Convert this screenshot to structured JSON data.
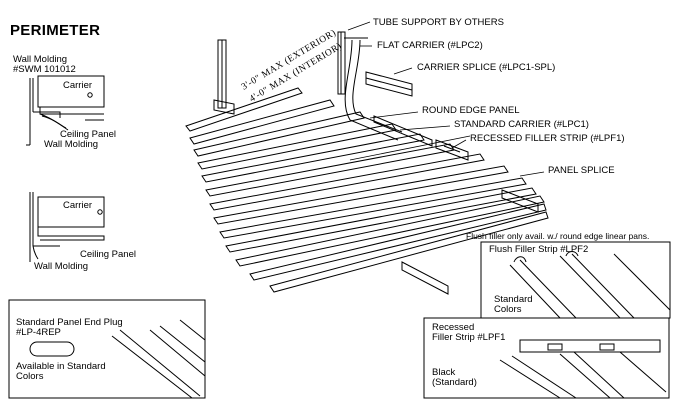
{
  "title": "PERIMETER",
  "detail_top": {
    "molding_label": "Wall Molding",
    "molding_part": "#SWM 101012",
    "carrier_label": "Carrier",
    "panel_label": "Ceiling Panel",
    "molding_label_2": "Wall Molding"
  },
  "detail_bottom": {
    "carrier_label": "Carrier",
    "panel_label": "Ceiling Panel",
    "molding_label": "Wall Molding"
  },
  "dims": {
    "exterior": "3'-0\" MAX (EXTERIOR)",
    "interior": "4'-0\" MAX (INTERIOR)"
  },
  "callouts": {
    "tube_support": "TUBE SUPPORT BY OTHERS",
    "flat_carrier": "FLAT CARRIER (#LPC2)",
    "carrier_splice": "CARRIER SPLICE (#LPC1-SPL)",
    "round_edge": "ROUND EDGE PANEL",
    "standard_carrier": "STANDARD CARRIER (#LPC1)",
    "recessed_filler": "RECESSED FILLER STRIP (#LPF1)",
    "panel_splice": "PANEL SPLICE"
  },
  "flush_note": "Flush filler only avail. w./ round edge linear pans.",
  "flush_box": {
    "title": "Flush Filler Strip #LPF2",
    "colors_1": "Standard",
    "colors_2": "Colors"
  },
  "end_plug_box": {
    "title_1": "Standard Panel End Plug",
    "title_2": "#LP-4REP",
    "avail_1": "Available in Standard",
    "avail_2": "Colors"
  },
  "recessed_box": {
    "title_1": "Recessed",
    "title_2": "Filler Strip #LPF1",
    "black_1": "Black",
    "black_2": "(Standard)"
  }
}
